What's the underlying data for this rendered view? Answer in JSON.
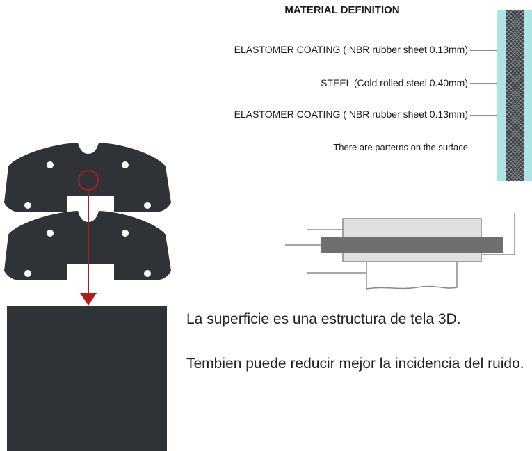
{
  "material_definition": {
    "title": "MATERIAL DEFINITION",
    "layers": [
      {
        "label": "ELASTOMER COATING ( NBR rubber sheet 0.13mm)"
      },
      {
        "label": "STEEL (Cold rolled steel 0.40mm)"
      },
      {
        "label": "ELASTOMER COATING ( NBR rubber sheet 0.13mm)"
      },
      {
        "label": "There are parterns on the surface"
      }
    ]
  },
  "description": {
    "line1": "La superficie es una estructura de tela 3D.",
    "line2": "Tembien puede reducir mejor la incidencia del ruido."
  },
  "colors": {
    "plate": "#2f3337",
    "coating": "#aee4e4",
    "arrow": "#b01c1c",
    "steel_bar": "#6f6f6f",
    "rubber_block": "#e0e0e0"
  }
}
